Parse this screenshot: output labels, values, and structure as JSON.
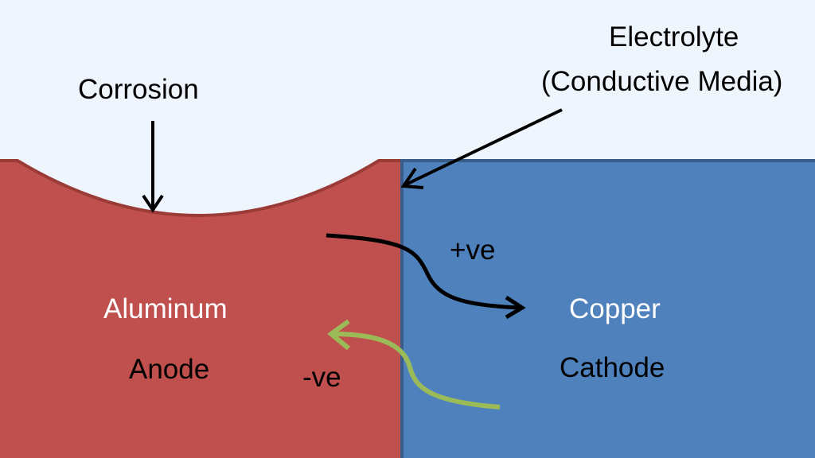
{
  "labels": {
    "corrosion": "Corrosion",
    "electrolyte_line1": "Electrolyte",
    "electrolyte_line2": "(Conductive Media)",
    "aluminum": "Aluminum",
    "anode": "Anode",
    "copper": "Copper",
    "cathode": "Cathode",
    "positive_flow": "+ve",
    "negative_flow": "-ve"
  },
  "colors": {
    "background": "#eef5fd",
    "aluminum_block": "#c0504d",
    "aluminum_border": "#9b3b38",
    "copper_block": "#4f81bd",
    "copper_border": "#385d8a",
    "arrow_black": "#000000",
    "arrow_green": "#9bbb59",
    "text_white": "#ffffff",
    "text_black": "#000000"
  }
}
